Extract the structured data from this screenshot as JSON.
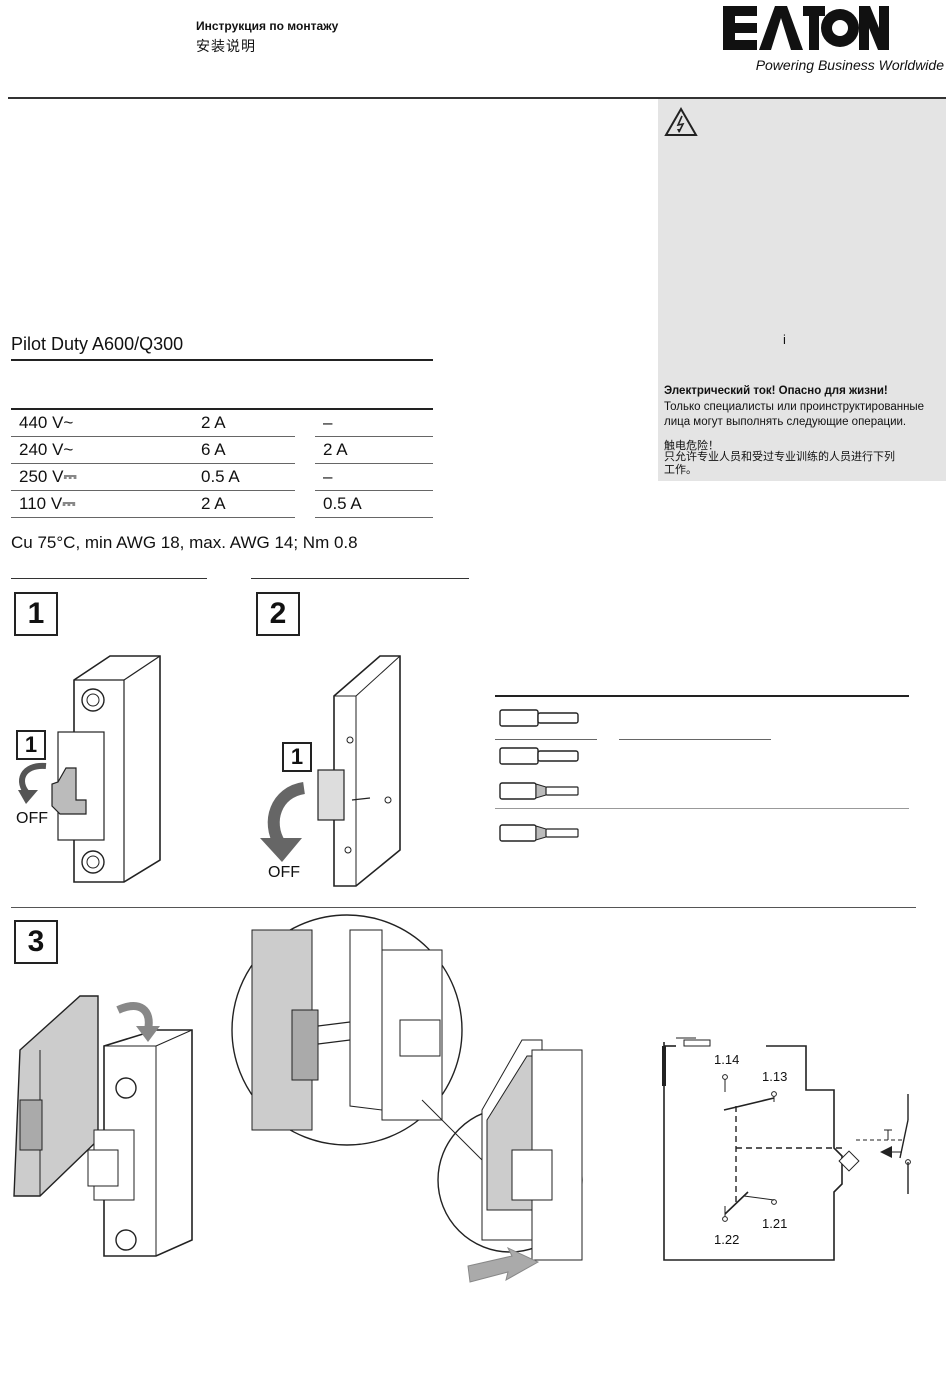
{
  "header": {
    "title_ru": "Инструкция по монтажу",
    "title_cn": "安装说明",
    "logo_text": "EATON",
    "tagline": "Powering Business Worldwide"
  },
  "warning": {
    "info_glyph": "i",
    "ru_heading": "Электрический ток! Опасно для жизни!",
    "ru_text": "Только специалисты или проинструктированные лица могут выполнять следующие операции.",
    "cn_heading": "触电危险！",
    "cn_text": "只允许专业人员和受过专业训练的人员进行下列工作。"
  },
  "ratings": {
    "title": "Pilot Duty A600/Q300",
    "rows": [
      {
        "voltage": "440 V~",
        "a1": "2 A",
        "a2": "–"
      },
      {
        "voltage": "240 V~",
        "a1": "6 A",
        "a2": "2 A"
      },
      {
        "voltage": "250 V⎓",
        "a1": "0.5 A",
        "a2": "–"
      },
      {
        "voltage": "110 V⎓",
        "a1": "2 A",
        "a2": "0.5 A"
      }
    ],
    "wire_note": "Cu 75°C, min AWG 18, max. AWG 14; Nm 0.8"
  },
  "steps": {
    "s1": "1",
    "s2": "2",
    "s3": "3",
    "sub1": "1",
    "sub2": "1",
    "off1": "OFF",
    "off2": "OFF"
  },
  "circuit": {
    "t114": "1.14",
    "t113": "1.13",
    "t122": "1.22",
    "t121": "1.21"
  }
}
